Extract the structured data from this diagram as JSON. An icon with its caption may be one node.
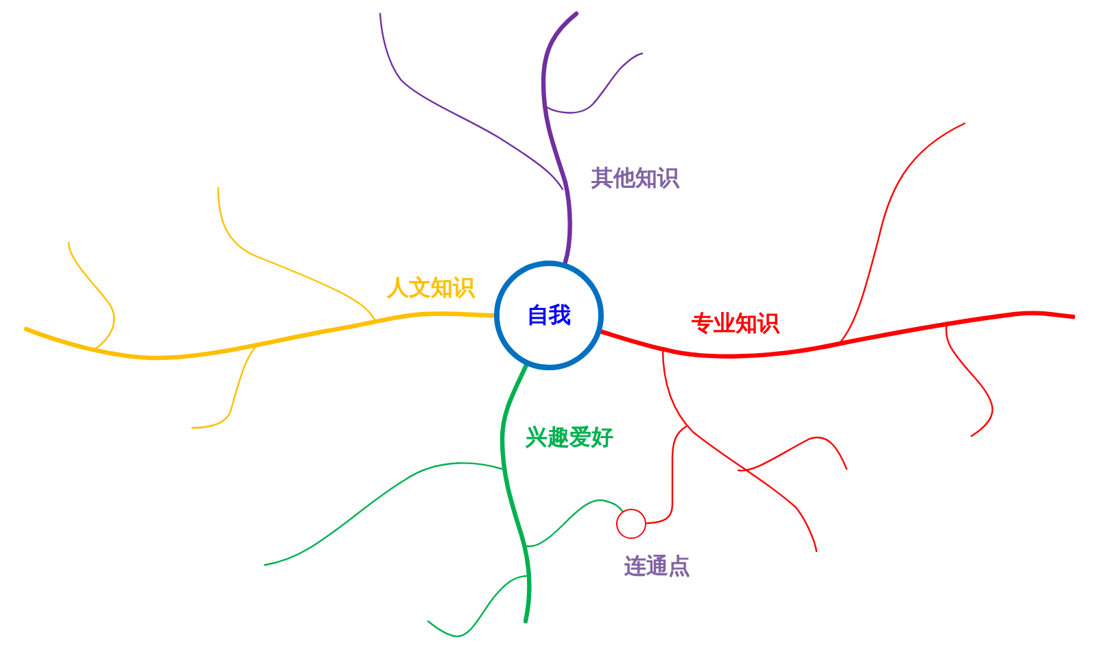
{
  "diagram": {
    "nodes": [
      {
        "text": [
          "自我"
        ]
      },
      {
        "text": [],
        "shape": "circle",
        "beside": [
          "连通点"
        ]
      }
    ],
    "edges": [
      {
        "from": 0,
        "to": null,
        "arrow": "none",
        "label": "其他知识",
        "color": "#7030a0"
      },
      {
        "from": 0,
        "to": null,
        "arrow": "none",
        "label": "人文知识",
        "color": "#ffc000"
      },
      {
        "from": 0,
        "to": null,
        "arrow": "none",
        "label": "专业知识",
        "color": "#ff0000"
      },
      {
        "from": 0,
        "to": null,
        "arrow": "none",
        "label": "兴趣爱好",
        "color": "#00b050"
      },
      {
        "from": null,
        "to": 1,
        "arrow": "none",
        "color": "#ff0000"
      },
      {
        "from": null,
        "to": 1,
        "arrow": "none",
        "color": "#00b050"
      }
    ]
  }
}
